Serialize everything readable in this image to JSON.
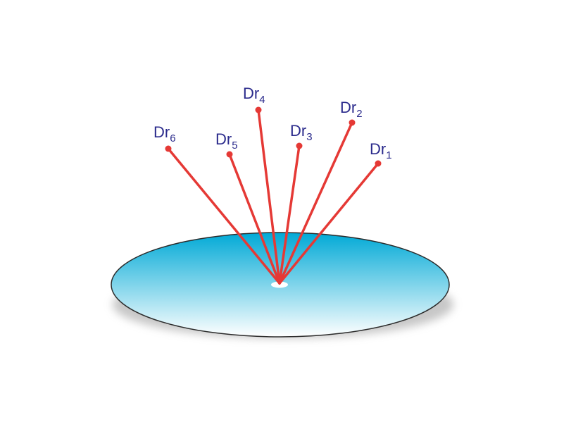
{
  "diagram": {
    "colors": {
      "ray": "#e53935",
      "label": "#2b2b8c",
      "disk_top": "#00a9d6",
      "disk_bottom": "#ffffff",
      "disk_edge": "#2b2b2b",
      "shadow": "#9a9a9a"
    },
    "rays": [
      {
        "id": "dr6",
        "base": "Dr",
        "sub": "6"
      },
      {
        "id": "dr5",
        "base": "Dr",
        "sub": "5"
      },
      {
        "id": "dr4",
        "base": "Dr",
        "sub": "4"
      },
      {
        "id": "dr3",
        "base": "Dr",
        "sub": "3"
      },
      {
        "id": "dr2",
        "base": "Dr",
        "sub": "2"
      },
      {
        "id": "dr1",
        "base": "Dr",
        "sub": "1"
      }
    ]
  }
}
